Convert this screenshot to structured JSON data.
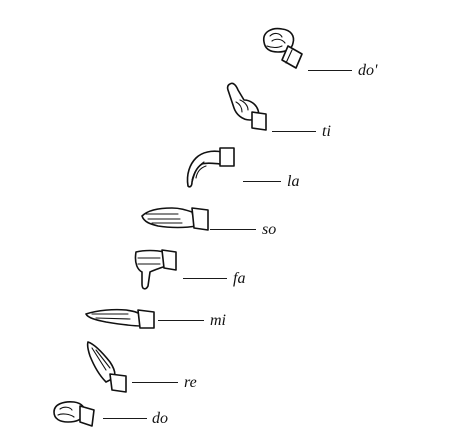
{
  "steps": [
    {
      "syllable": "do'"
    },
    {
      "syllable": "ti"
    },
    {
      "syllable": "la"
    },
    {
      "syllable": "so"
    },
    {
      "syllable": "fa"
    },
    {
      "syllable": "mi"
    },
    {
      "syllable": "re"
    },
    {
      "syllable": "do"
    }
  ]
}
